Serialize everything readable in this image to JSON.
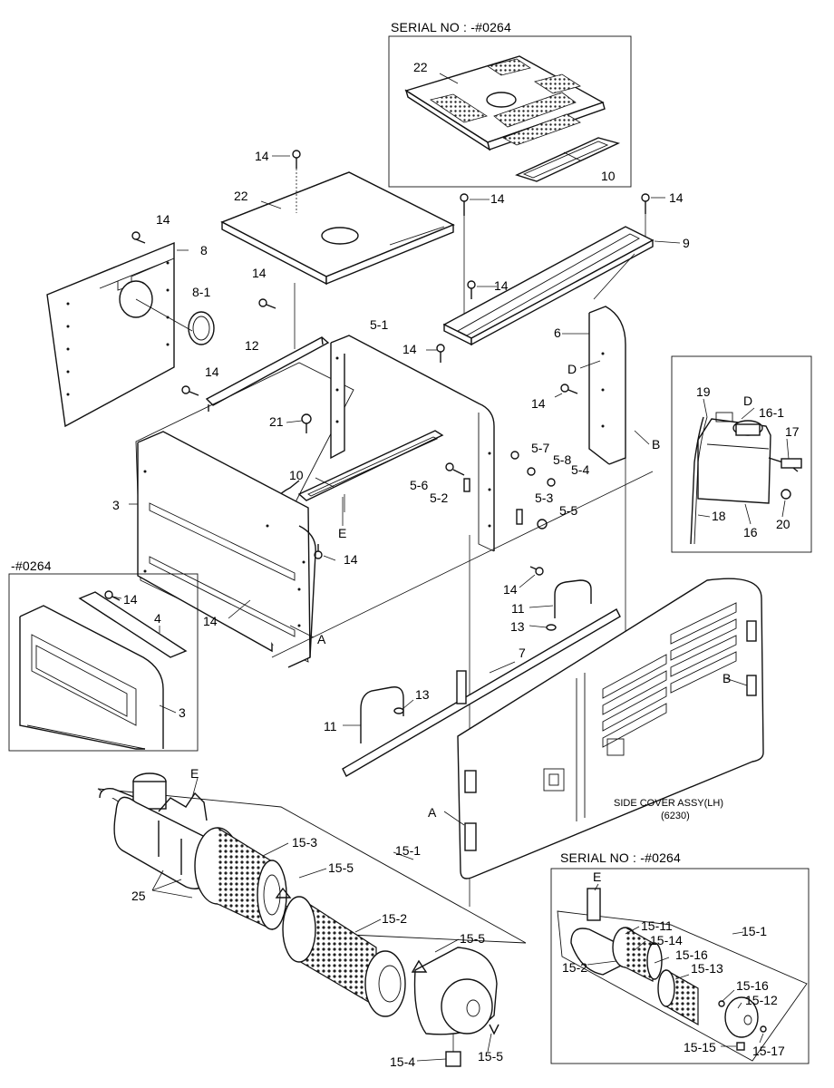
{
  "headers": {
    "serial_top": "SERIAL NO : -#0264",
    "serial_bottom": "SERIAL NO : -#0264",
    "serial_left": "-#0264"
  },
  "side_cover": {
    "title": "SIDE COVER ASSY(LH)",
    "ref": "(6230)"
  },
  "callouts": {
    "c22a": "22",
    "c10a": "10",
    "c14a": "14",
    "c22b": "22",
    "c14b": "14",
    "c14c": "14",
    "c9": "9",
    "c14d": "14",
    "c8": "8",
    "c14e": "14",
    "c14f": "14",
    "c8_1": "8-1",
    "c5_1": "5-1",
    "c12": "12",
    "c14g": "14",
    "c6": "6",
    "cD1": "D",
    "c14h": "14",
    "c14i": "14",
    "c21": "21",
    "cB1": "B",
    "c5_7": "5-7",
    "c5_8": "5-8",
    "c5_4": "5-4",
    "c10b": "10",
    "c5_6": "5-6",
    "c5_2": "5-2",
    "c5_3": "5-3",
    "c3a": "3",
    "cE1": "E",
    "c5_5": "5-5",
    "c14j": "14",
    "c14k": "14",
    "c19": "19",
    "cD2": "D",
    "c16_1": "16-1",
    "c17": "17",
    "c18": "18",
    "c20": "20",
    "c16": "16",
    "c14l": "14",
    "c4": "4",
    "c14m": "14",
    "cA1": "A",
    "c3b": "3",
    "c11a": "11",
    "c13a": "13",
    "c7": "7",
    "cB2": "B",
    "c13b": "13",
    "c11b": "11",
    "cE2": "E",
    "cA2": "A",
    "c15_3": "15-3",
    "c15_1a": "15-1",
    "c15_5a": "15-5",
    "c25": "25",
    "c15_2a": "15-2",
    "c15_5b": "15-5",
    "c15_4": "15-4",
    "c15_5c": "15-5",
    "cE3": "E",
    "c15_11": "15-11",
    "c15_14": "15-14",
    "c15_1b": "15-1",
    "c15_16a": "15-16",
    "c15_2b": "15-2",
    "c15_13": "15-13",
    "c15_16b": "15-16",
    "c15_12": "15-12",
    "c15_15": "15-15",
    "c15_17": "15-17"
  }
}
